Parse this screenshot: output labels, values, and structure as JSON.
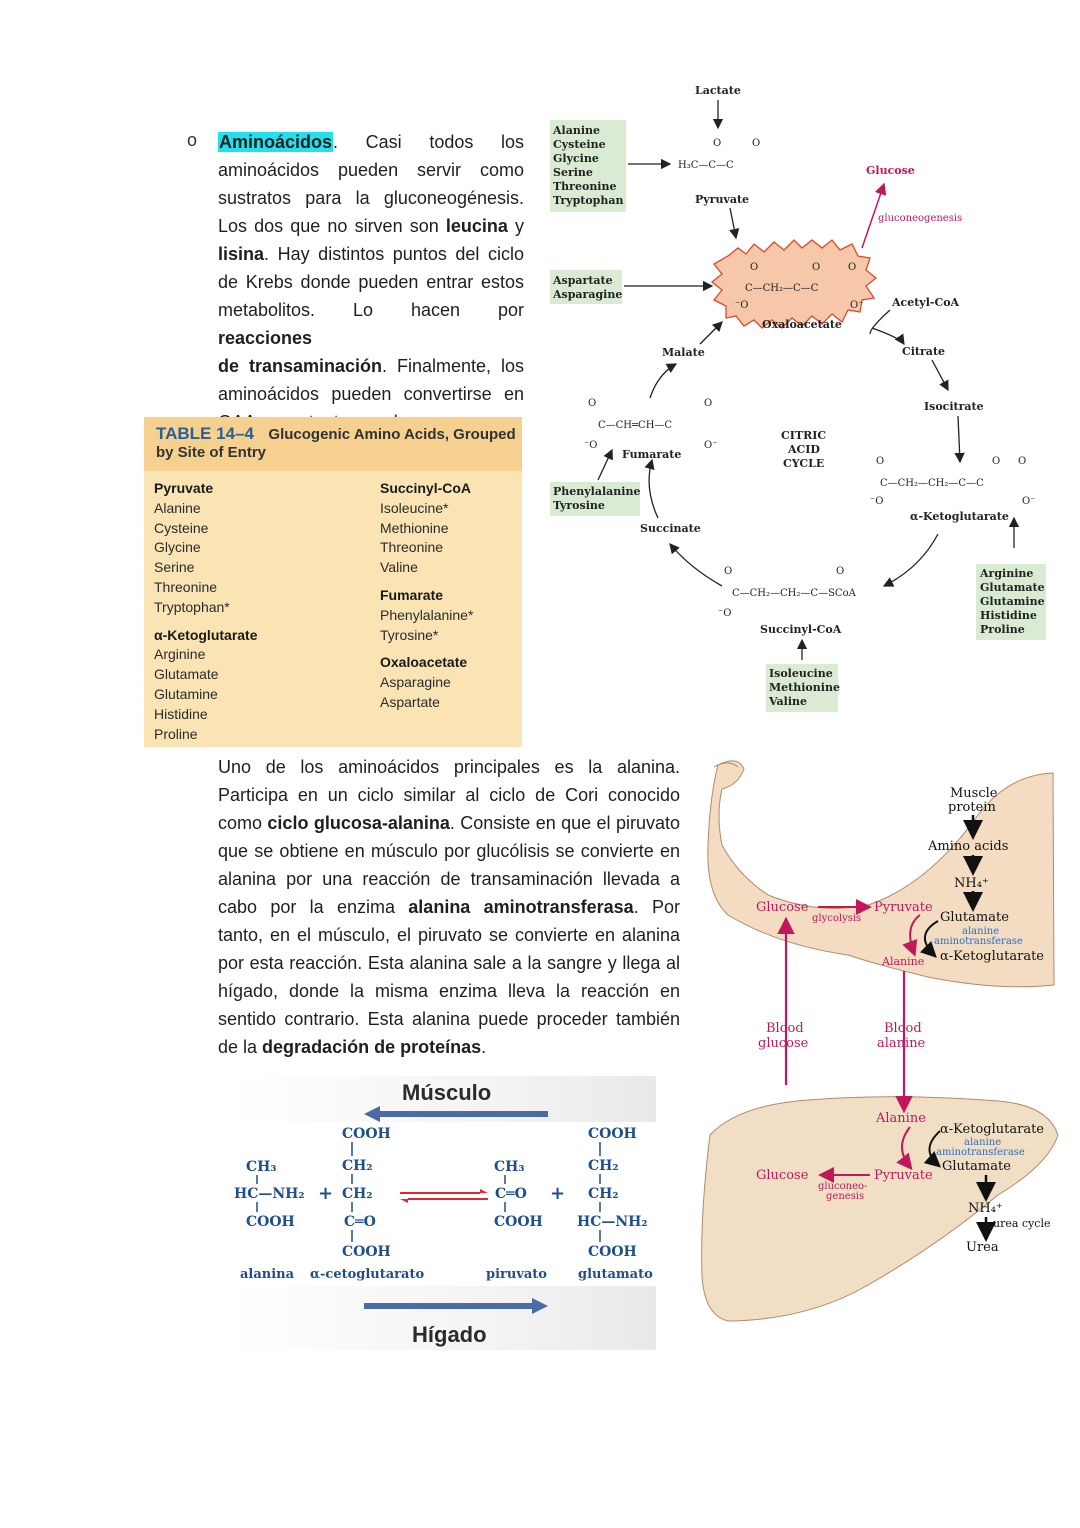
{
  "intro": {
    "bullet": "o",
    "keyword": "Aminoácidos",
    "lines": [
      ". Casi todos los",
      "aminoácidos pueden servir como",
      "sustratos para la gluconeogénesis.",
      "Los dos que no sirven son ",
      "leucina",
      " y",
      "lisina",
      ". Hay distintos puntos del ciclo",
      "de Krebs donde pueden entrar estos",
      "metabolitos. Lo hacen por ",
      "reacciones",
      "de transaminación",
      ". Finalmente, los",
      "aminoácidos pueden convertirse en",
      "OAA y, por tanto, en glucosa."
    ]
  },
  "table": {
    "caption_num": "TABLE 14–4",
    "caption_title": "Glucogenic Amino Acids, Grouped",
    "caption_sub": "by Site of Entry",
    "left": [
      {
        "head": "Pyruvate",
        "items": [
          "Alanine",
          "Cysteine",
          "Glycine",
          "Serine",
          "Threonine",
          "Tryptophan*"
        ]
      },
      {
        "head": "α-Ketoglutarate",
        "items": [
          "Arginine",
          "Glutamate",
          "Glutamine",
          "Histidine",
          "Proline"
        ]
      }
    ],
    "right": [
      {
        "head": "Succinyl-CoA",
        "items": [
          "Isoleucine*",
          "Methionine",
          "Threonine",
          "Valine"
        ]
      },
      {
        "head": "Fumarate",
        "items": [
          "Phenylalanine*",
          "Tyrosine*"
        ]
      },
      {
        "head": "Oxaloacetate",
        "items": [
          "Asparagine",
          "Aspartate"
        ]
      }
    ]
  },
  "krebs": {
    "lactate": "Lactate",
    "pyruvate": "Pyruvate",
    "pyruvate_aa": [
      "Alanine",
      "Cysteine",
      "Glycine",
      "Serine",
      "Threonine",
      "Tryptophan"
    ],
    "glucose": "Glucose",
    "gluconeogenesis": "gluconeogenesis",
    "oaa_aa": [
      "Aspartate",
      "Asparagine"
    ],
    "oxaloacetate": "Oxaloacetate",
    "acetyl_coa": "Acetyl-CoA",
    "citrate": "Citrate",
    "isocitrate": "Isocitrate",
    "malate": "Malate",
    "fumarate": "Fumarate",
    "fum_aa": [
      "Phenylalanine",
      "Tyrosine"
    ],
    "cycle": [
      "CITRIC",
      "ACID",
      "CYCLE"
    ],
    "akg": "α-Ketoglutarate",
    "akg_aa": [
      "Arginine",
      "Glutamate",
      "Glutamine",
      "Histidine",
      "Proline"
    ],
    "succinate": "Succinate",
    "succinyl_coa": "Succinyl-CoA",
    "scoa_aa": [
      "Isoleucine",
      "Methionine",
      "Valine"
    ]
  },
  "alanine_para": {
    "t1": "Uno de los aminoácidos principales es la alanina. Participa en un ciclo similar al ciclo de Cori conocido como ",
    "b1": "ciclo glucosa-alanina",
    "t2": ". Consiste en que el piruvato que se obtiene en músculo por glucólisis se convierte en alanina por una reacción de transaminación llevada a cabo por la enzima ",
    "b2": "alanina aminotransferasa",
    "t3": ". Por tanto, en el músculo, el piruvato se convierte en alanina por esta reacción. Esta alanina sale a la sangre y llega al hígado, donde la misma enzima lleva la reacción en sentido contrario. Esta alanina puede proceder también de la ",
    "b3": "degradación de proteínas",
    "t4": "."
  },
  "reaction": {
    "top": "Músculo",
    "bottom": "Hígado",
    "names": [
      "alanina",
      "α-cetoglutarato",
      "piruvato",
      "glutamato"
    ]
  },
  "cycle_fig": {
    "muscle_protein": [
      "Muscle",
      "protein"
    ],
    "amino_acids": "Amino acids",
    "nh4": "NH₄⁺",
    "glucose": "Glucose",
    "glycolysis": "glycolysis",
    "pyruvate": "Pyruvate",
    "glutamate": "Glutamate",
    "enzyme": [
      "alanine",
      "aminotransferase"
    ],
    "akg": "α-Ketoglutarate",
    "alanine": "Alanine",
    "blood_glucose": [
      "Blood",
      "glucose"
    ],
    "blood_alanine": [
      "Blood",
      "alanine"
    ],
    "gluconeo": [
      "gluconeo-",
      "genesis"
    ],
    "urea_cycle": "urea cycle",
    "urea": "Urea"
  },
  "colors": {
    "highlight": "#22e0ee",
    "table_bg": "#fbe4b4",
    "table_head": "#f6d08f",
    "green_box": "#d9ebd3",
    "magenta": "#c2185b",
    "blue_arrow": "#4a6aa8",
    "chem_blue": "#1f4e8c"
  }
}
